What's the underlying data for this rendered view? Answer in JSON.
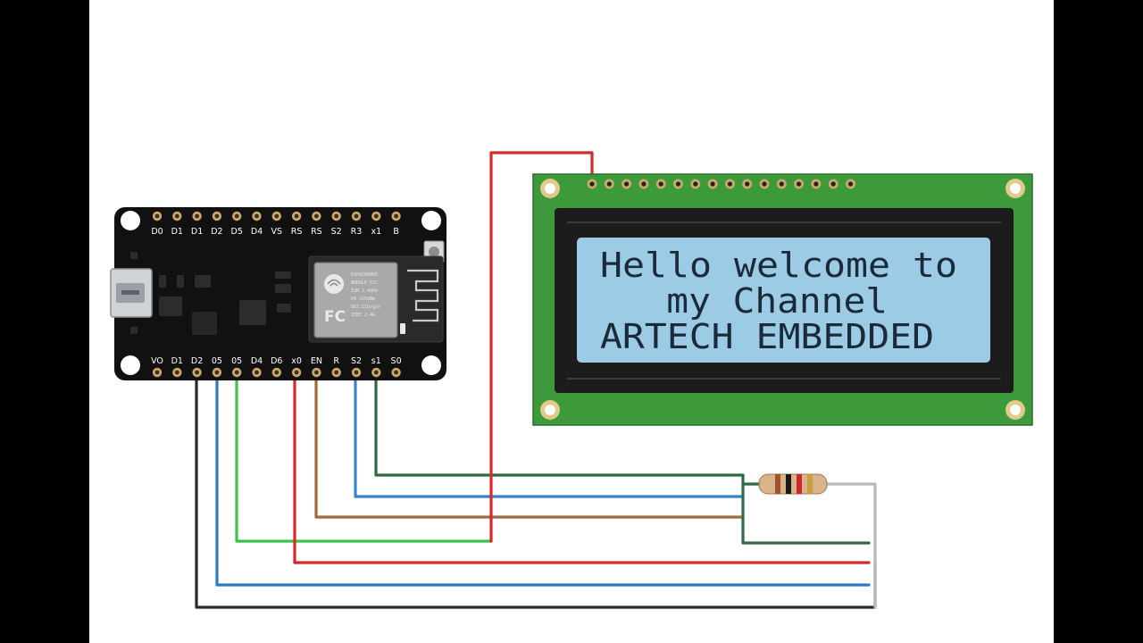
{
  "colors": {
    "pcb_green": "#3c9a3a",
    "lcd_backlight": "#9ccbe6",
    "lcd_text": "#1b2a3a",
    "board_black": "#111111"
  },
  "microcontroller": {
    "top_pins": [
      "D0",
      "D1",
      "D1",
      "D2",
      "D5",
      "D4",
      "VS",
      "RS",
      "RS",
      "S2",
      "R3",
      "x1",
      "B"
    ],
    "bottom_pins": [
      "VO",
      "D1",
      "D2",
      "05",
      "05",
      "D4",
      "D6",
      "x0",
      "EN",
      "R",
      "S2",
      "s1",
      "S0"
    ],
    "module_logo": "FC",
    "module_text": [
      "ESP8266MOD",
      "MODULE FCC",
      "ISM 2.4GHz",
      "PA +25dBm",
      "802.11b/g/n",
      "IEEE 2.4G"
    ]
  },
  "lcd": {
    "lines": [
      "Hello welcome to",
      "   my Channel",
      "ARTECH EMBEDDED"
    ]
  },
  "wires": [
    {
      "name": "wire-black",
      "color": "#2a2a2a"
    },
    {
      "name": "wire-blue-outer",
      "color": "#2f78c4"
    },
    {
      "name": "wire-green-light",
      "color": "#3cc14e"
    },
    {
      "name": "wire-red-lower",
      "color": "#d42a2a"
    },
    {
      "name": "wire-brown",
      "color": "#a06a3c"
    },
    {
      "name": "wire-blue-inner",
      "color": "#3b82c9"
    },
    {
      "name": "wire-green-dark",
      "color": "#2e6b45"
    },
    {
      "name": "wire-red-upper",
      "color": "#d42a2a"
    },
    {
      "name": "wire-gray",
      "color": "#b9b9b9"
    }
  ],
  "resistor": {
    "band_colors": [
      "#a0522d",
      "#1a1a1a",
      "#cc2a2a",
      "#c8a040"
    ]
  }
}
